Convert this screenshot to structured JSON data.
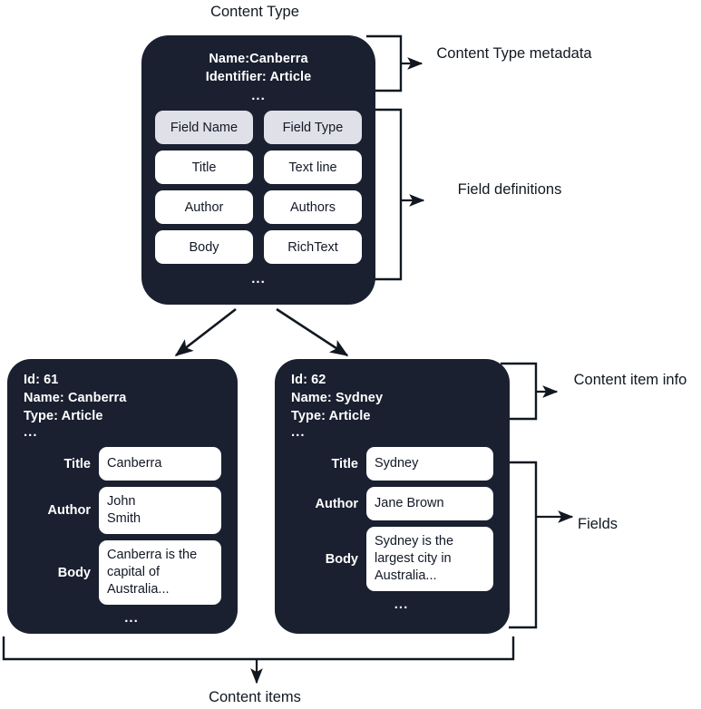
{
  "diagram": {
    "title_caption": "Content Type",
    "footer_caption": "Content items"
  },
  "content_type": {
    "name_line": "Name:Canberra",
    "identifier_line": "Identifier: Article",
    "ellipsis": "...",
    "bottom_ellipsis": "...",
    "table": {
      "headers": [
        "Field Name",
        "Field Type"
      ],
      "rows": [
        [
          "Title",
          "Text line"
        ],
        [
          "Author",
          "Authors"
        ],
        [
          "Body",
          "RichText"
        ]
      ]
    }
  },
  "annotations": {
    "content_type_metadata": "Content Type metadata",
    "field_definitions": "Field definitions",
    "content_item_info": "Content item info",
    "fields": "Fields"
  },
  "content_items": [
    {
      "id_line": "Id: 61",
      "name_line": "Name: Canberra",
      "type_line": "Type: Article",
      "ellipsis": "...",
      "bottom_ellipsis": "...",
      "fields": [
        {
          "label": "Title",
          "value": "Canberra"
        },
        {
          "label": "Author",
          "value": "John\nSmith"
        },
        {
          "label": "Body",
          "value": "Canberra is the capital of Australia..."
        }
      ]
    },
    {
      "id_line": "Id: 62",
      "name_line": "Name: Sydney",
      "type_line": "Type: Article",
      "ellipsis": "...",
      "bottom_ellipsis": "...",
      "fields": [
        {
          "label": "Title",
          "value": "Sydney"
        },
        {
          "label": "Author",
          "value": "Jane Brown"
        },
        {
          "label": "Body",
          "value": "Sydney is the largest city in Australia..."
        }
      ]
    }
  ],
  "colors": {
    "card_background": "#1a2030",
    "header_chip": "#e0e1e8",
    "value_chip": "#ffffff",
    "stroke": "#111820",
    "page_background": "#ffffff"
  }
}
